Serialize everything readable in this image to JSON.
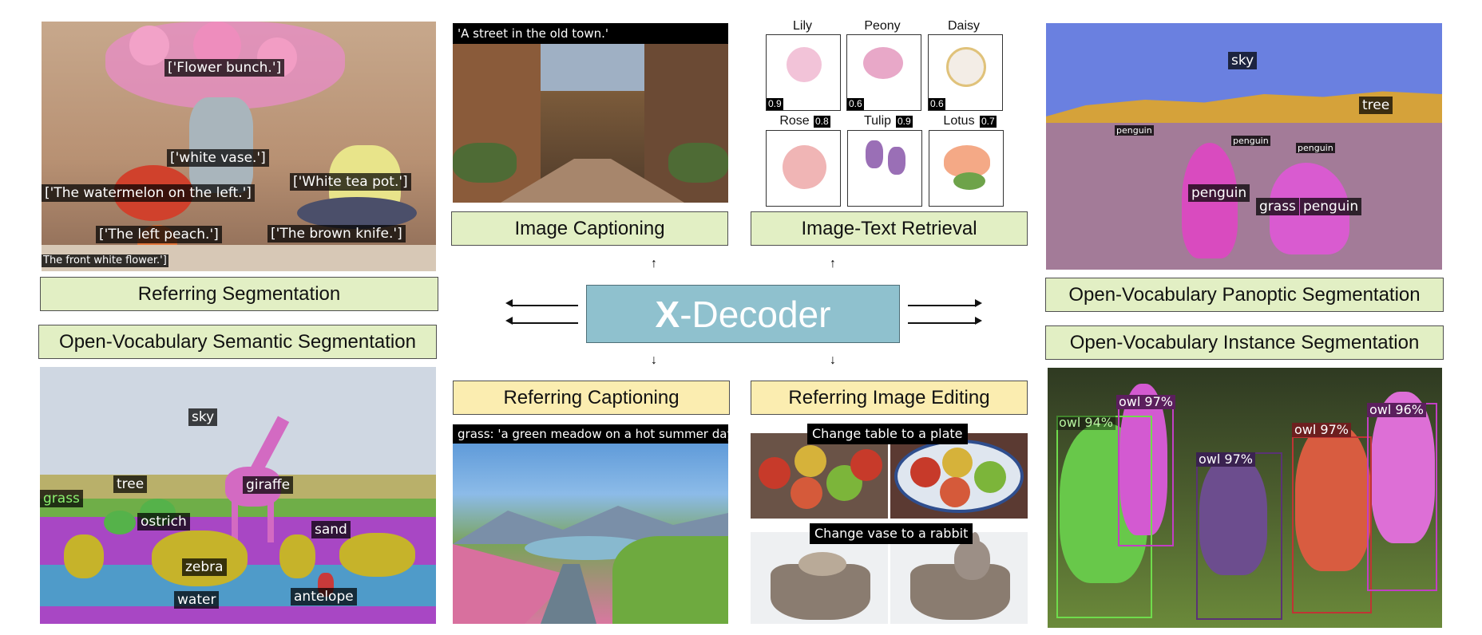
{
  "center": {
    "logo_x": "X",
    "logo_rest": "-Decoder",
    "color": "#8fc1ce"
  },
  "tasks": {
    "referring_segmentation": "Referring Segmentation",
    "ov_semantic": "Open-Vocabulary Semantic Segmentation",
    "image_captioning": "Image Captioning",
    "image_text_retrieval": "Image-Text Retrieval",
    "referring_captioning": "Referring Captioning",
    "referring_editing": "Referring Image Editing",
    "ov_panoptic": "Open-Vocabulary Panoptic Segmentation",
    "ov_instance": "Open-Vocabulary Instance Segmentation"
  },
  "referring_seg_labels": {
    "flower": "['Flower bunch.']",
    "vase": "['white vase.']",
    "teapot": "['White tea pot.']",
    "watermelon": "['The watermelon on the left.']",
    "peach": "['The left peach.']",
    "knife": "['The brown knife.']",
    "front_flower": "The front white flower.']"
  },
  "captioning": {
    "caption": "'A street in the old town.'"
  },
  "retrieval": {
    "flowers": [
      {
        "name": "Lily",
        "score": "0.9"
      },
      {
        "name": "Peony",
        "score": "0.6"
      },
      {
        "name": "Daisy",
        "score": "0.6"
      },
      {
        "name": "Rose",
        "score": "0.8"
      },
      {
        "name": "Tulip",
        "score": "0.9"
      },
      {
        "name": "Lotus",
        "score": "0.7"
      }
    ]
  },
  "semantic_labels": {
    "sky": "sky",
    "tree": "tree",
    "grass": "grass",
    "giraffe": "giraffe",
    "ostrich": "ostrich",
    "sand": "sand",
    "zebra": "zebra",
    "water": "water",
    "antelope": "antelope"
  },
  "ref_caption": {
    "caption": "grass: 'a green meadow on a hot summer day'"
  },
  "editing": {
    "edit1": "Change table to a plate",
    "edit2": "Change vase to a rabbit"
  },
  "panoptic_labels": {
    "sky": "sky",
    "tree": "tree",
    "grass": "grass",
    "penguin_big1": "penguin",
    "penguin_big2": "penguin",
    "penguin_small": "penguin",
    "penguin_small2": "penguin",
    "penguin_small3": "penguin"
  },
  "instance_labels": [
    {
      "label": "owl 94%",
      "color": "#6fdc4c"
    },
    {
      "label": "owl 97%",
      "color": "#c23fc4"
    },
    {
      "label": "owl 97%",
      "color": "#5a3375"
    },
    {
      "label": "owl 97%",
      "color": "#c03434"
    },
    {
      "label": "owl 96%",
      "color": "#c23fc4"
    }
  ]
}
